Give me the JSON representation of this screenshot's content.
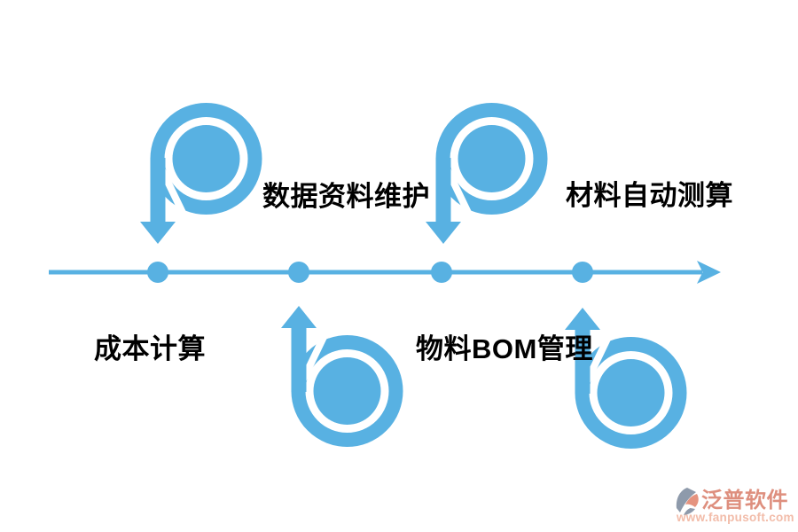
{
  "colors": {
    "primary": "#58B1E2",
    "label_text": "#000000",
    "brand_text": "#DE8F7E",
    "url_text": "#F2BCA9",
    "logo_gray": "#8E9AAB",
    "logo_salmon": "#E5937F",
    "background": "#FFFFFF"
  },
  "diagram": {
    "type": "horizontal-timeline-with-spiral-arrows",
    "dot_count": 4,
    "labels": {
      "top_left": "数据资料维护",
      "top_right": "材料自动测算",
      "bottom_left": "成本计算",
      "bottom_right": "物料BOM管理"
    }
  },
  "watermark": {
    "brand": "泛普软件",
    "url": "www.fanpusoft.com"
  }
}
